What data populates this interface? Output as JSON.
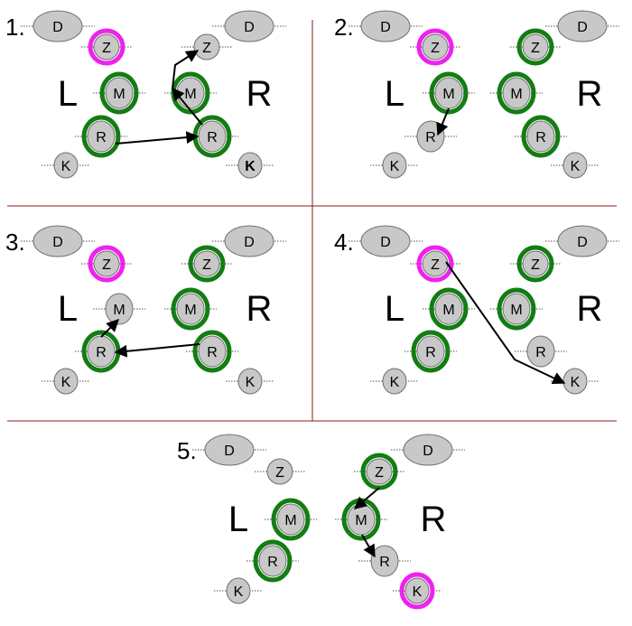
{
  "panels": [
    {
      "number": "1.",
      "side_left": "L",
      "side_right": "R",
      "left": {
        "D": {
          "label": "D",
          "ring": "none"
        },
        "Z": {
          "label": "Z",
          "ring": "magenta"
        },
        "M": {
          "label": "M",
          "ring": "green"
        },
        "R": {
          "label": "R",
          "ring": "green"
        },
        "K": {
          "label": "K",
          "ring": "none"
        }
      },
      "right": {
        "D": {
          "label": "D",
          "ring": "none"
        },
        "Z": {
          "label": "Z",
          "ring": "none"
        },
        "M": {
          "label": "M",
          "ring": "green"
        },
        "R": {
          "label": "R",
          "ring": "green"
        },
        "K": {
          "label": "K",
          "ring": "none",
          "bold": true
        }
      },
      "arrows": [
        "left.R to right.R",
        "right.R to right.M",
        "right.M to right.Z"
      ]
    },
    {
      "number": "2.",
      "side_left": "L",
      "side_right": "R",
      "left": {
        "D": {
          "label": "D",
          "ring": "none"
        },
        "Z": {
          "label": "Z",
          "ring": "magenta"
        },
        "M": {
          "label": "M",
          "ring": "green"
        },
        "R": {
          "label": "R",
          "ring": "none"
        },
        "K": {
          "label": "K",
          "ring": "none"
        }
      },
      "right": {
        "D": {
          "label": "D",
          "ring": "none"
        },
        "Z": {
          "label": "Z",
          "ring": "green"
        },
        "M": {
          "label": "M",
          "ring": "green"
        },
        "R": {
          "label": "R",
          "ring": "green"
        },
        "K": {
          "label": "K",
          "ring": "none"
        }
      },
      "arrows": [
        "left.M to left.R"
      ]
    },
    {
      "number": "3.",
      "side_left": "L",
      "side_right": "R",
      "left": {
        "D": {
          "label": "D",
          "ring": "none"
        },
        "Z": {
          "label": "Z",
          "ring": "magenta"
        },
        "M": {
          "label": "M",
          "ring": "none"
        },
        "R": {
          "label": "R",
          "ring": "green"
        },
        "K": {
          "label": "K",
          "ring": "none"
        }
      },
      "right": {
        "D": {
          "label": "D",
          "ring": "none"
        },
        "Z": {
          "label": "Z",
          "ring": "green"
        },
        "M": {
          "label": "M",
          "ring": "green"
        },
        "R": {
          "label": "R",
          "ring": "green"
        },
        "K": {
          "label": "K",
          "ring": "none"
        }
      },
      "arrows": [
        "right.R to left.R",
        "left.R to left.M"
      ]
    },
    {
      "number": "4.",
      "side_left": "L",
      "side_right": "R",
      "left": {
        "D": {
          "label": "D",
          "ring": "none"
        },
        "Z": {
          "label": "Z",
          "ring": "magenta"
        },
        "M": {
          "label": "M",
          "ring": "green"
        },
        "R": {
          "label": "R",
          "ring": "green"
        },
        "K": {
          "label": "K",
          "ring": "none"
        }
      },
      "right": {
        "D": {
          "label": "D",
          "ring": "none"
        },
        "Z": {
          "label": "Z",
          "ring": "green"
        },
        "M": {
          "label": "M",
          "ring": "green"
        },
        "R": {
          "label": "R",
          "ring": "none"
        },
        "K": {
          "label": "K",
          "ring": "none"
        }
      },
      "arrows": [
        "left.Z to right.K"
      ]
    },
    {
      "number": "5.",
      "side_left": "L",
      "side_right": "R",
      "left": {
        "D": {
          "label": "D",
          "ring": "none"
        },
        "Z": {
          "label": "Z",
          "ring": "none"
        },
        "M": {
          "label": "M",
          "ring": "green"
        },
        "R": {
          "label": "R",
          "ring": "green"
        },
        "K": {
          "label": "K",
          "ring": "none"
        }
      },
      "right": {
        "D": {
          "label": "D",
          "ring": "none"
        },
        "Z": {
          "label": "Z",
          "ring": "green"
        },
        "M": {
          "label": "M",
          "ring": "green"
        },
        "R": {
          "label": "R",
          "ring": "none"
        },
        "K": {
          "label": "K",
          "ring": "magenta"
        }
      },
      "arrows": [
        "right.Z to right.M",
        "right.M to right.R"
      ]
    }
  ],
  "colors": {
    "node_fill": "#c8c8c8",
    "node_stroke": "#6e6e6e",
    "ring_green": "#137d13",
    "ring_magenta": "#ee22ee",
    "divider": "#8b1a1a",
    "arrow": "#000000",
    "dotted_line": "#555555",
    "text": "#000000"
  }
}
